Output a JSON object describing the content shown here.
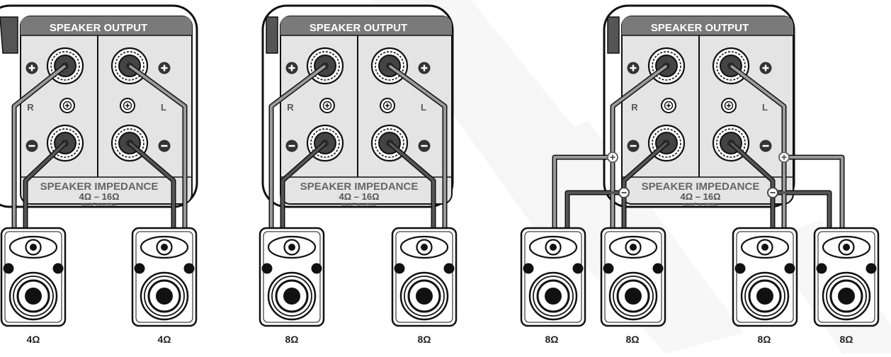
{
  "panels": [
    {
      "header": "SPEAKER OUTPUT",
      "impedance_label": "SPEAKER IMPEDANCE",
      "impedance_range": "4Ω – 16Ω",
      "made_in": "MADE IN CHINA",
      "left_channel": "L",
      "right_channel": "R",
      "configuration": "Two 4Ω speakers, one per channel",
      "speakers": [
        {
          "impedance": "4Ω"
        },
        {
          "impedance": "4Ω"
        }
      ]
    },
    {
      "header": "SPEAKER OUTPUT",
      "impedance_label": "SPEAKER IMPEDANCE",
      "impedance_range": "4Ω – 16Ω",
      "made_in": "MADE IN CHINA",
      "left_channel": "L",
      "right_channel": "R",
      "configuration": "Two 8Ω speakers, one per channel",
      "speakers": [
        {
          "impedance": "8Ω"
        },
        {
          "impedance": "8Ω"
        }
      ]
    },
    {
      "header": "SPEAKER OUTPUT",
      "impedance_label": "SPEAKER IMPEDANCE",
      "impedance_range": "4Ω – 16Ω",
      "made_in": "MADE IN CHINA",
      "left_channel": "L",
      "right_channel": "R",
      "configuration": "Four 8Ω speakers, two in parallel per channel",
      "speakers": [
        {
          "impedance": "8Ω"
        },
        {
          "impedance": "8Ω"
        },
        {
          "impedance": "8Ω"
        },
        {
          "impedance": "8Ω"
        }
      ]
    }
  ],
  "colors": {
    "panel_fill": "#e4e4e4",
    "header_fill": "#7a7a7a",
    "outline": "#111111",
    "wire_light": "#9a9a9a",
    "wire_dark": "#555555",
    "knob_fill": "#444444"
  }
}
